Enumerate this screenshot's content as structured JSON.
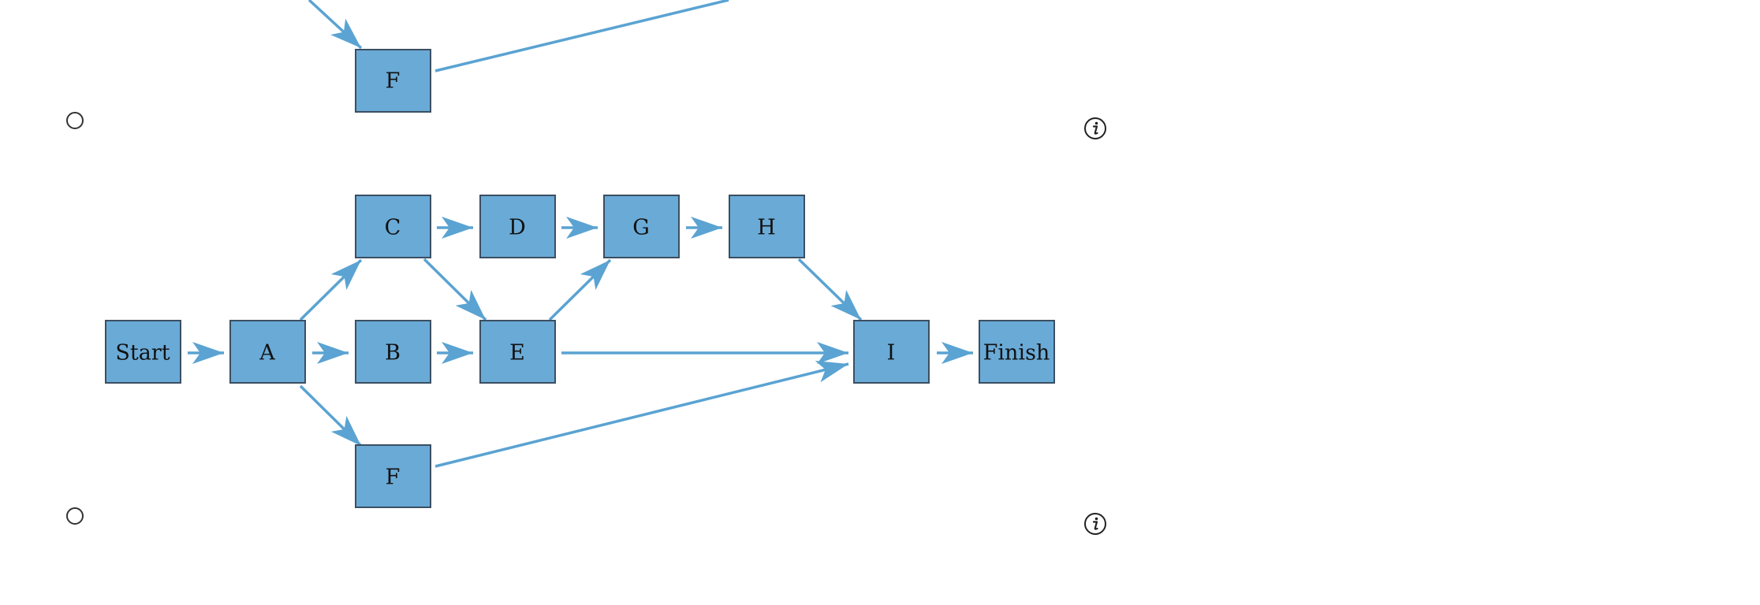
{
  "colors": {
    "node_fill": "#6aaad7",
    "node_border": "#3b4f62",
    "edge": "#5aa3d2",
    "text": "#111111"
  },
  "options": [
    {
      "id": "option-1",
      "selected": false,
      "nodes": [
        "F"
      ],
      "edges": [
        [
          "?",
          "F"
        ],
        [
          "F",
          "?"
        ]
      ]
    },
    {
      "id": "option-2",
      "selected": false,
      "nodes": [
        "Start",
        "A",
        "B",
        "C",
        "D",
        "E",
        "F",
        "G",
        "H",
        "I",
        "Finish"
      ],
      "edges": [
        [
          "Start",
          "A"
        ],
        [
          "A",
          "B"
        ],
        [
          "A",
          "C"
        ],
        [
          "A",
          "F"
        ],
        [
          "B",
          "E"
        ],
        [
          "C",
          "D"
        ],
        [
          "C",
          "E"
        ],
        [
          "D",
          "G"
        ],
        [
          "E",
          "G"
        ],
        [
          "E",
          "I"
        ],
        [
          "F",
          "I"
        ],
        [
          "G",
          "H"
        ],
        [
          "H",
          "I"
        ],
        [
          "I",
          "Finish"
        ]
      ]
    }
  ],
  "icons": {
    "info": "info-icon",
    "radio": "radio-button"
  }
}
